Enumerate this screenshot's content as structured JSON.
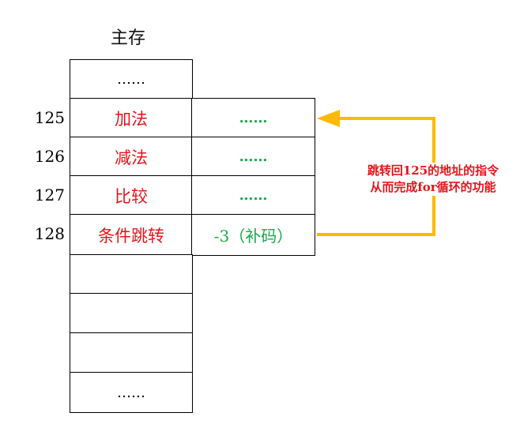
{
  "memory": {
    "title": "主存",
    "rows": [
      {
        "address": "",
        "instruction": "……",
        "operand": null
      },
      {
        "address": "125",
        "instruction": "加法",
        "operand": "……"
      },
      {
        "address": "126",
        "instruction": "减法",
        "operand": "……"
      },
      {
        "address": "127",
        "instruction": "比较",
        "operand": "……"
      },
      {
        "address": "128",
        "instruction": "条件跳转",
        "operand": "-3（补码）"
      },
      {
        "address": "",
        "instruction": "",
        "operand": null
      },
      {
        "address": "",
        "instruction": "",
        "operand": null
      },
      {
        "address": "",
        "instruction": "",
        "operand": null
      },
      {
        "address": "",
        "instruction": "……",
        "operand": null
      }
    ]
  },
  "annotation": {
    "line1": "跳转回125的地址的指令",
    "line2": "从而完成for循环的功能"
  },
  "colors": {
    "arrow": "#ffb900",
    "instruction_text": "#e5141a",
    "operand_text": "#17a84a"
  }
}
